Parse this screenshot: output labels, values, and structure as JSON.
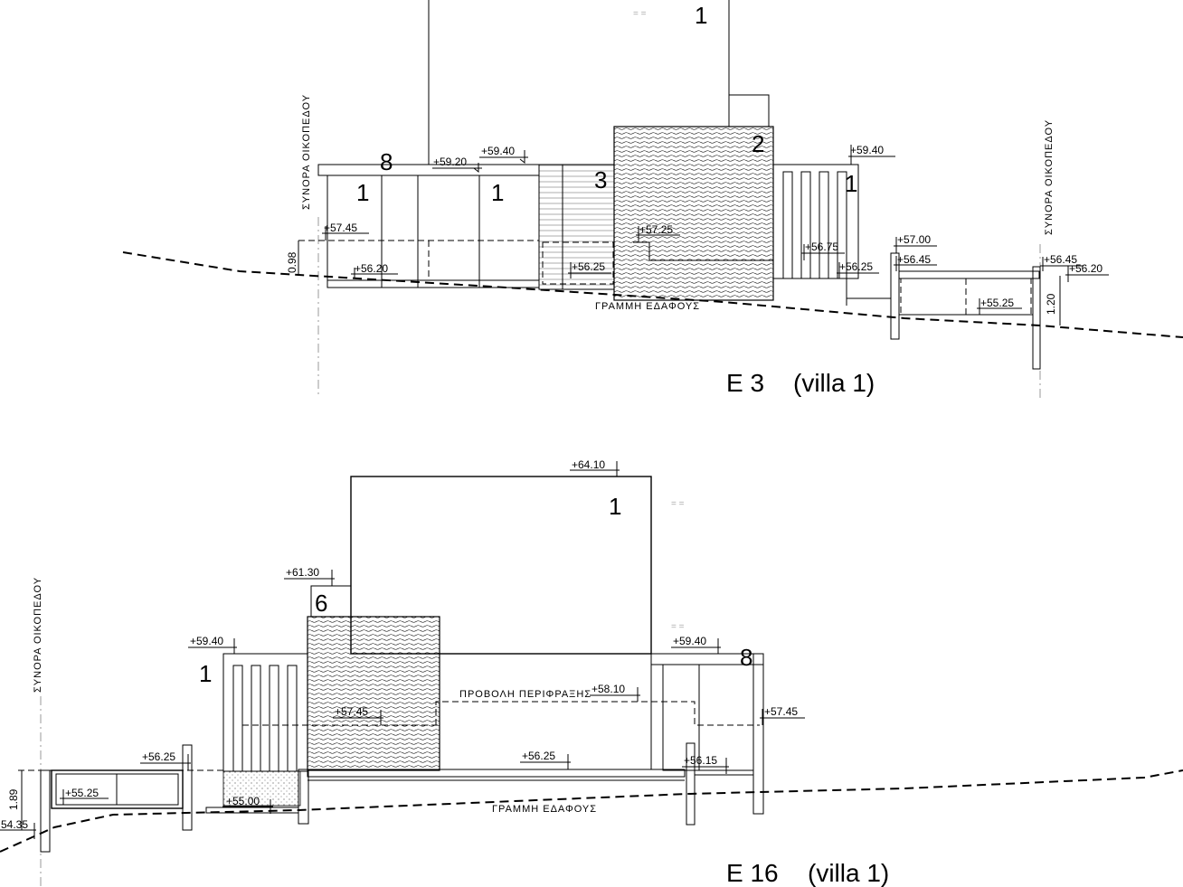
{
  "e3": {
    "title": "E 3",
    "subtitle": "(villa 1)",
    "boundary_left": "ΣΥΝΟΡΑ ΟΙΚΟΠΕΔΟΥ",
    "boundary_right": "ΣΥΝΟΡΑ ΟΙΚΟΠΕΔΟΥ",
    "ground": "ΓΡΑΜΜΗ ΕΔΑΦΟΥΣ",
    "dim_left": "0.98",
    "dim_right": "1.20",
    "numbers": [
      "1",
      "8",
      "1",
      "1",
      "3",
      "2",
      "1"
    ],
    "levels": [
      "+59.20",
      "+59.40",
      "+59.40",
      "+57.45",
      "+56.20",
      "+57.25",
      "+56.25",
      "+56.75",
      "+56.25",
      "+57.00",
      "+56.45",
      "+56.45",
      "+56.20",
      "+55.25"
    ]
  },
  "e16": {
    "title": "E 16",
    "subtitle": "(villa 1)",
    "boundary_left": "ΣΥΝΟΡΑ ΟΙΚΟΠΕΔΟΥ",
    "ground": "ΓΡΑΜΜΗ ΕΔΑΦΟΥΣ",
    "fence_projection": "ΠΡΟΒΟΛΗ ΠΕΡΙΦΡΑΞΗΣ",
    "dim_left": "1.89",
    "numbers": [
      "1",
      "6",
      "1",
      "8"
    ],
    "levels": [
      "+64.10",
      "+61.30",
      "+59.40",
      "+59.40",
      "+58.10",
      "+57.45",
      "+57.45",
      "+56.25",
      "+56.25",
      "+56.15",
      "+55.25",
      "+55.00",
      "54.35"
    ]
  }
}
